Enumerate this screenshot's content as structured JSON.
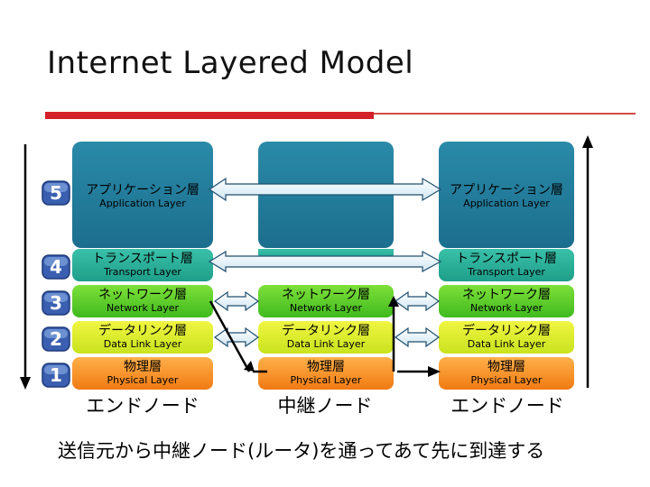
{
  "title": "Internet Layered Model",
  "layers": [
    {
      "num": "5",
      "jp": "アプリケーション層",
      "en": "Application Layer"
    },
    {
      "num": "4",
      "jp": "トランスポート層",
      "en": "Transport Layer"
    },
    {
      "num": "3",
      "jp": "ネットワーク層",
      "en": "Network Layer"
    },
    {
      "num": "2",
      "jp": "データリンク層",
      "en": "Data Link Layer"
    },
    {
      "num": "1",
      "jp": "物理層",
      "en": "Physical Layer"
    }
  ],
  "nodes": {
    "left": "エンドノード",
    "middle": "中継ノード",
    "right": "エンドノード"
  },
  "footer": "送信元から中継ノード(ルータ)を通ってあて先に到達する",
  "colors": {
    "accent_red": "#d4202a",
    "upper": "#1c6e8e",
    "transport": "#1e9e8a",
    "network": "#3fba1e",
    "datalink": "#c8e31e",
    "physical": "#f07a12",
    "badge": "#3a5fb0"
  }
}
